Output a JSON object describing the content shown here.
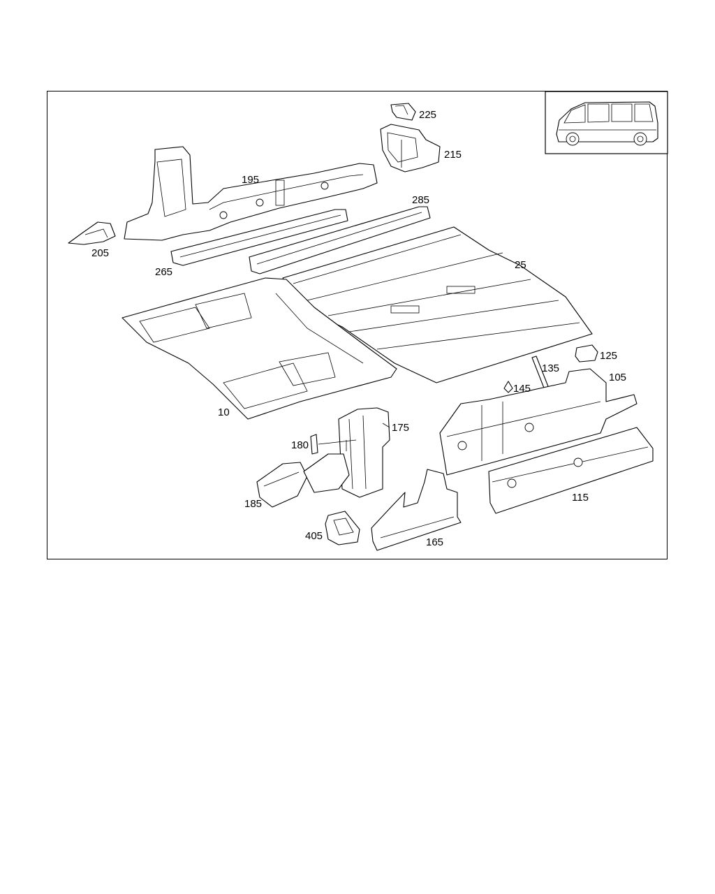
{
  "diagram": {
    "callouts": [
      "225",
      "215",
      "195",
      "285",
      "205",
      "265",
      "25",
      "125",
      "135",
      "145",
      "105",
      "10",
      "175",
      "180",
      "185",
      "405",
      "165",
      "115"
    ]
  },
  "inset": {
    "icon": "van-side-view-icon"
  }
}
